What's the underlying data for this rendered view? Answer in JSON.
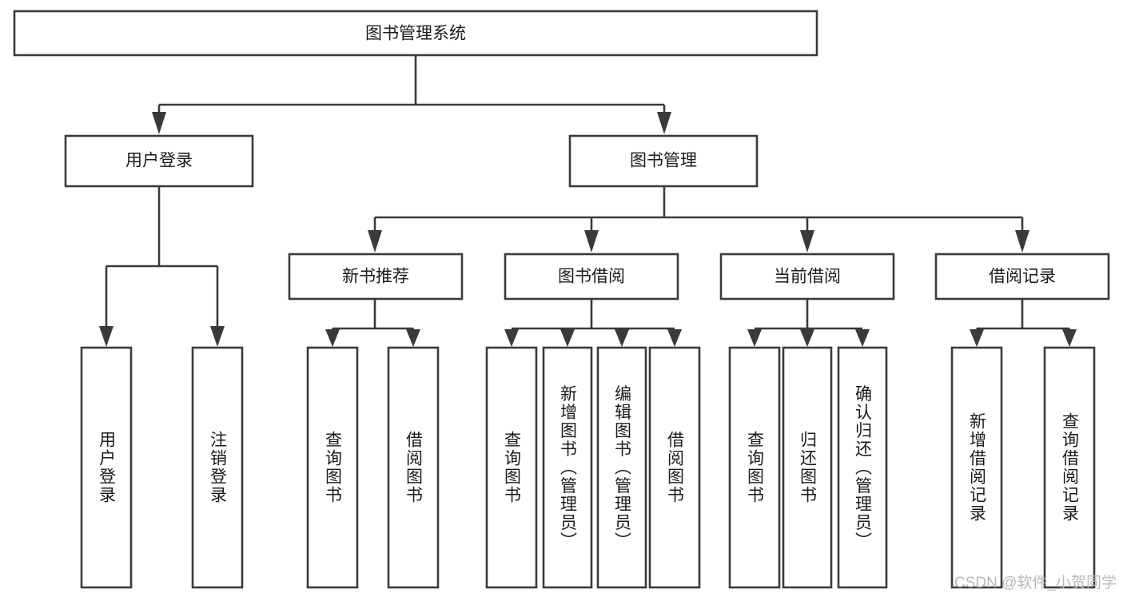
{
  "diagram": {
    "title": "图书管理系统",
    "type": "tree",
    "root": {
      "id": "root",
      "label": "图书管理系统",
      "orientation": "horizontal"
    },
    "levels": [
      {
        "level": 1,
        "nodes": [
          {
            "id": "user-login",
            "label": "用户登录",
            "orientation": "horizontal",
            "parent": "root"
          },
          {
            "id": "book-manage",
            "label": "图书管理",
            "orientation": "horizontal",
            "parent": "root"
          }
        ]
      },
      {
        "level": 2,
        "nodes": [
          {
            "id": "new-book-recommend",
            "label": "新书推荐",
            "orientation": "horizontal",
            "parent": "book-manage"
          },
          {
            "id": "book-borrow",
            "label": "图书借阅",
            "orientation": "horizontal",
            "parent": "book-manage"
          },
          {
            "id": "current-borrow",
            "label": "当前借阅",
            "orientation": "horizontal",
            "parent": "book-manage"
          },
          {
            "id": "borrow-record",
            "label": "借阅记录",
            "orientation": "horizontal",
            "parent": "book-manage"
          }
        ]
      },
      {
        "level": 3,
        "nodes": [
          {
            "id": "leaf-user-login",
            "label": "用户登录",
            "orientation": "vertical",
            "parent": "user-login"
          },
          {
            "id": "leaf-user-logout",
            "label": "注销登录",
            "orientation": "vertical",
            "parent": "user-login"
          },
          {
            "id": "leaf-query-book-1",
            "label": "查询图书",
            "orientation": "vertical",
            "parent": "new-book-recommend"
          },
          {
            "id": "leaf-borrow-book-1",
            "label": "借阅图书",
            "orientation": "vertical",
            "parent": "new-book-recommend"
          },
          {
            "id": "leaf-query-book-2",
            "label": "查询图书",
            "orientation": "vertical",
            "parent": "book-borrow"
          },
          {
            "id": "leaf-add-book",
            "label": "新增图书（管理员）",
            "orientation": "vertical",
            "parent": "book-borrow"
          },
          {
            "id": "leaf-edit-book",
            "label": "编辑图书（管理员）",
            "orientation": "vertical",
            "parent": "book-borrow"
          },
          {
            "id": "leaf-borrow-book-2",
            "label": "借阅图书",
            "orientation": "vertical",
            "parent": "book-borrow"
          },
          {
            "id": "leaf-query-book-3",
            "label": "查询图书",
            "orientation": "vertical",
            "parent": "current-borrow"
          },
          {
            "id": "leaf-return-book",
            "label": "归还图书",
            "orientation": "vertical",
            "parent": "current-borrow"
          },
          {
            "id": "leaf-confirm-return",
            "label": "确认归还（管理员）",
            "orientation": "vertical",
            "parent": "current-borrow"
          },
          {
            "id": "leaf-add-record",
            "label": "新增借阅记录",
            "orientation": "vertical",
            "parent": "borrow-record"
          },
          {
            "id": "leaf-query-record",
            "label": "查询借阅记录",
            "orientation": "vertical",
            "parent": "borrow-record"
          }
        ]
      }
    ]
  },
  "watermark": {
    "text": "CSDN @软件_小贺同学"
  },
  "colors": {
    "stroke": "#3a3a3a",
    "fill": "#ffffff",
    "text": "#1a1a1a",
    "watermark": "#b9b9b9",
    "background": "#ffffff"
  }
}
